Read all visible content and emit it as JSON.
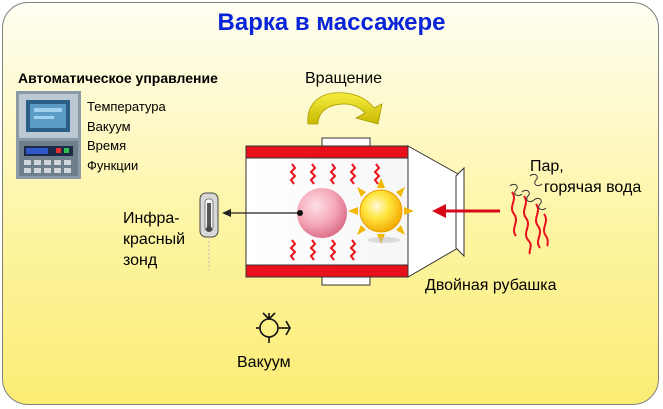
{
  "title": "Варка в массажере",
  "control": {
    "heading": "Автоматическое управление",
    "params": [
      "Температура",
      "Вакуум",
      "Время",
      "Функции"
    ]
  },
  "labels": {
    "rotation": "Вращение",
    "steam_line1": "Пар,",
    "steam_line2": "горячая вода",
    "probe_line1": "Инфра-",
    "probe_line2": "красный",
    "probe_line3": "зонд",
    "jacket": "Двойная рубашка",
    "vacuum": "Вакуум"
  },
  "colors": {
    "title": "#0a25d8",
    "jacket_red": "#e8101a",
    "heat_wave": "#e8101a",
    "arrow_red": "#d8081a",
    "rotation_arrow": "#e8dc00",
    "sun": "#ffd400",
    "meat_ball": "#f29aae"
  },
  "icons": [
    "control-panel-icon",
    "rotation-arrow-icon",
    "heat-wave-icon",
    "sun-icon",
    "meat-ball-icon",
    "thermometer-probe-icon",
    "steam-icon",
    "vacuum-pump-icon"
  ]
}
